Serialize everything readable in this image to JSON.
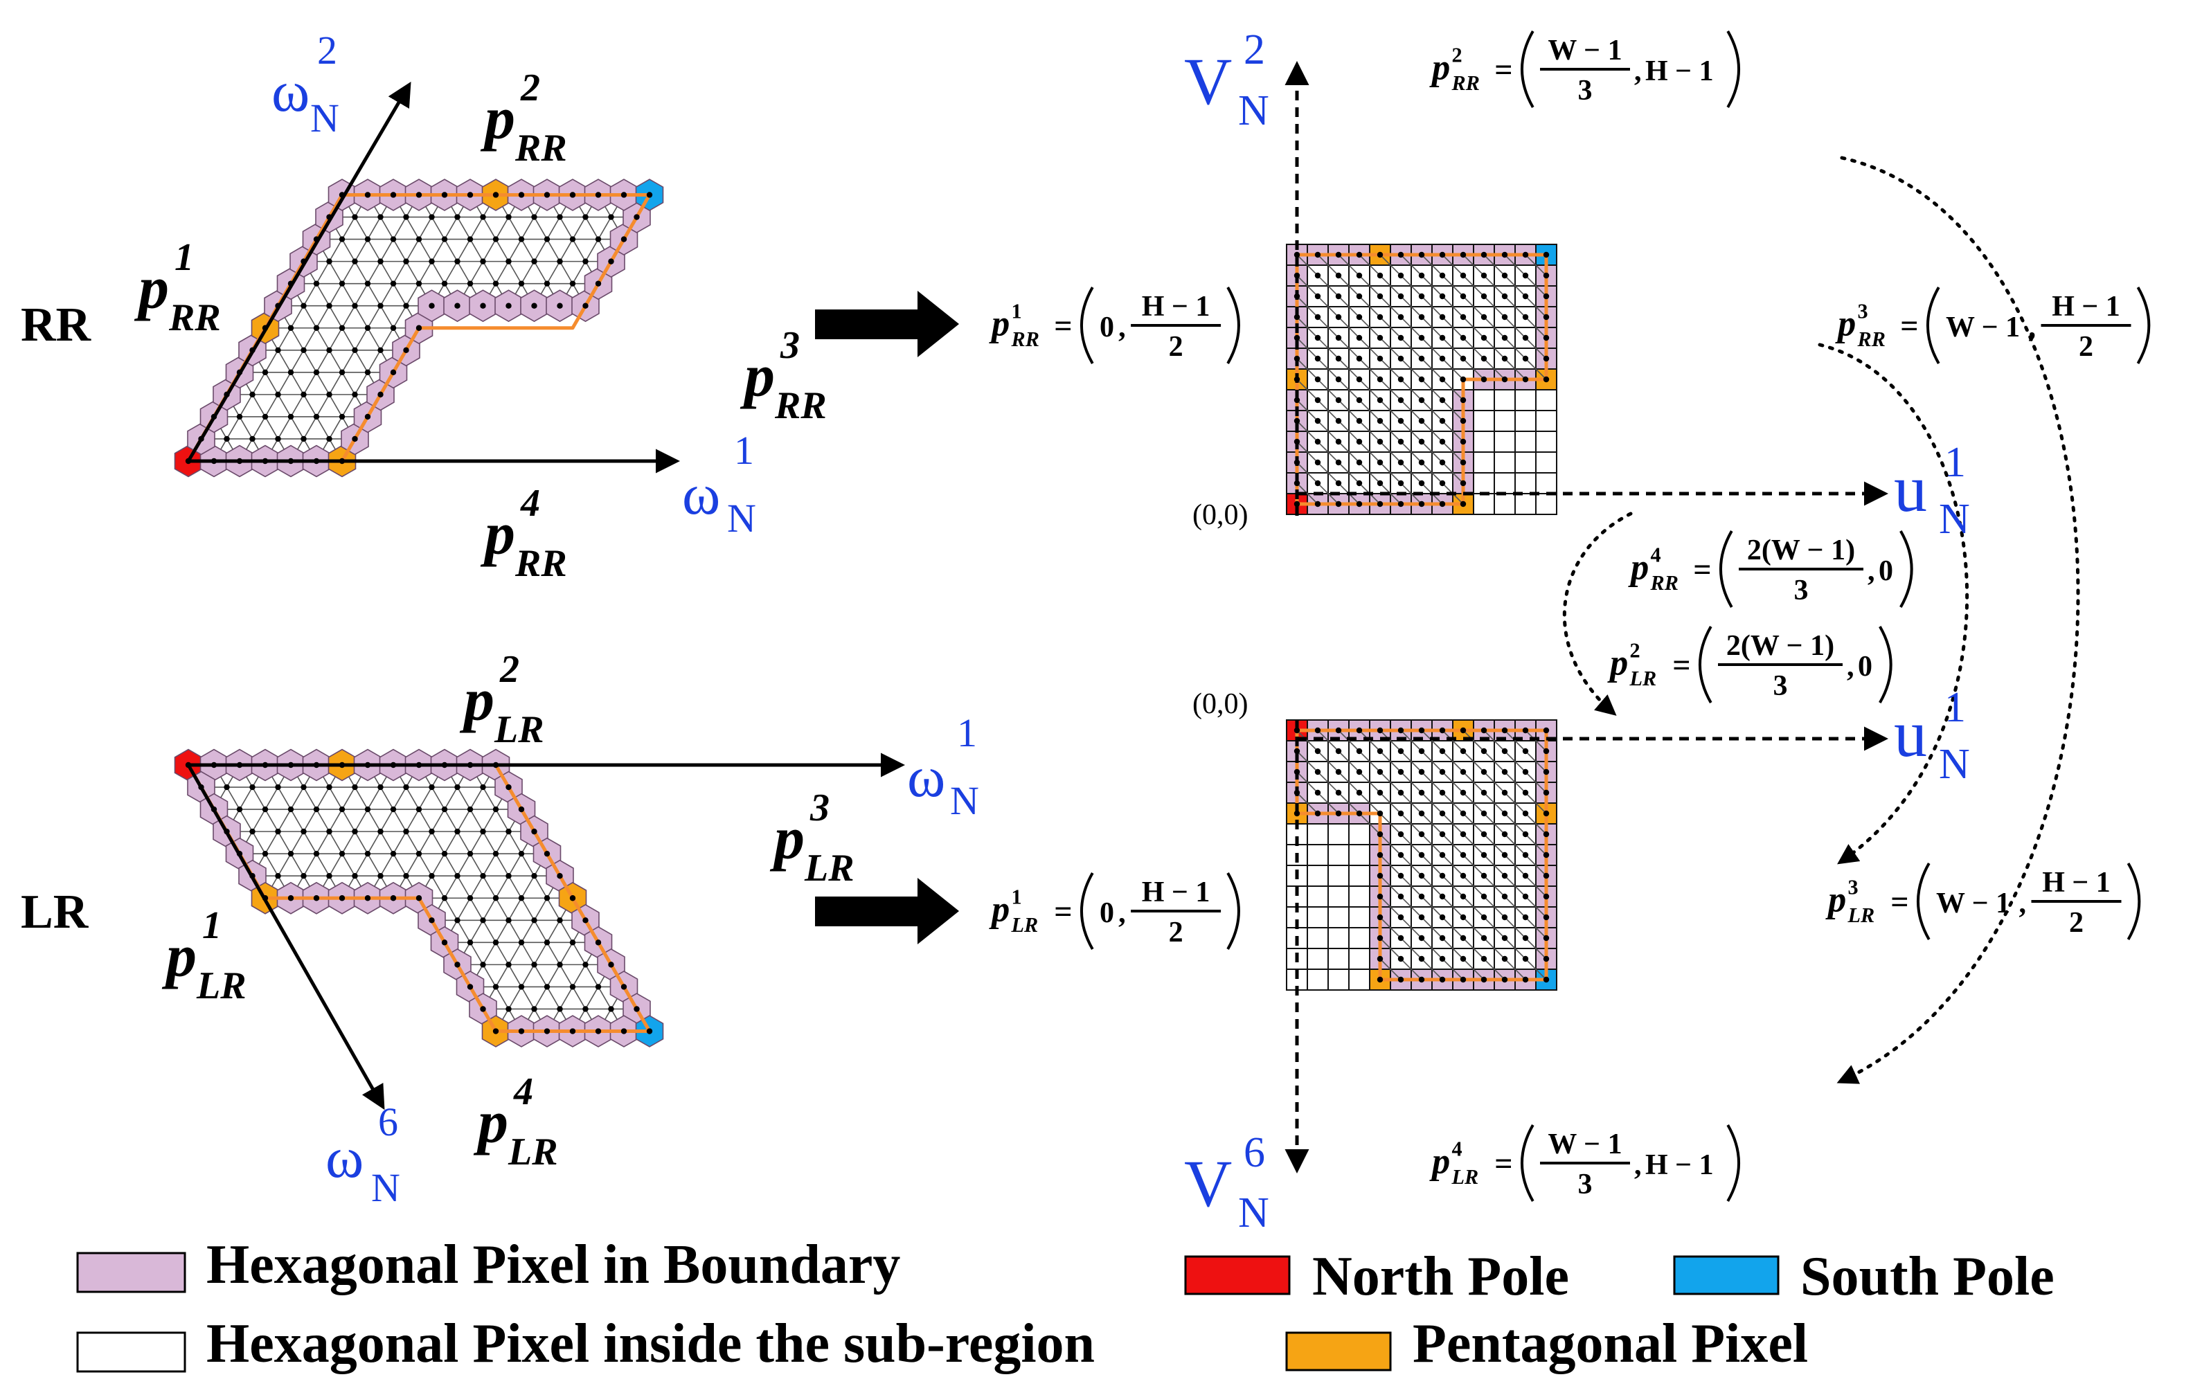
{
  "colors": {
    "boundary": "#d9b8d8",
    "inside": "#ffffff",
    "north_pole": "#ee1111",
    "south_pole": "#12a4ec",
    "pentagonal": "#f6a414",
    "path": "#f58c2e",
    "axis_label": "#1a3fe0"
  },
  "regions": {
    "rr": "RR",
    "lr": "LR"
  },
  "hex_points": {
    "rr": {
      "p1": {
        "base": "p",
        "sub": "RR",
        "sup": "1"
      },
      "p2": {
        "base": "p",
        "sub": "RR",
        "sup": "2"
      },
      "p3": {
        "base": "p",
        "sub": "RR",
        "sup": "3"
      },
      "p4": {
        "base": "p",
        "sub": "RR",
        "sup": "4"
      }
    },
    "lr": {
      "p1": {
        "base": "p",
        "sub": "LR",
        "sup": "1"
      },
      "p2": {
        "base": "p",
        "sub": "LR",
        "sup": "2"
      },
      "p3": {
        "base": "p",
        "sub": "LR",
        "sup": "3"
      },
      "p4": {
        "base": "p",
        "sub": "LR",
        "sup": "4"
      }
    }
  },
  "axes": {
    "omega_2": {
      "base": "ω",
      "sub": "N",
      "sup": "2"
    },
    "omega_1_rr": {
      "base": "ω",
      "sub": "N",
      "sup": "1"
    },
    "omega_1_lr": {
      "base": "ω",
      "sub": "N",
      "sup": "1"
    },
    "omega_6": {
      "base": "ω",
      "sub": "N",
      "sup": "6"
    },
    "v2": {
      "base": "V",
      "sub": "N",
      "sup": "2"
    },
    "u1_top": {
      "base": "u",
      "sub": "N",
      "sup": "1"
    },
    "u1_bottom": {
      "base": "u",
      "sub": "N",
      "sup": "1"
    },
    "v6": {
      "base": "V",
      "sub": "N",
      "sup": "6"
    }
  },
  "origins": {
    "top": "(0,0)",
    "bottom": "(0,0)"
  },
  "formulas": {
    "rr_p2": {
      "sub": "RR",
      "sup": "2",
      "a_num": "W − 1",
      "a_den": "3",
      "b": "H − 1"
    },
    "rr_p1": {
      "sub": "RR",
      "sup": "1",
      "a": "0",
      "b_num": "H − 1",
      "b_den": "2"
    },
    "rr_p3": {
      "sub": "RR",
      "sup": "3",
      "a": "W − 1",
      "b_num": "H − 1",
      "b_den": "2"
    },
    "rr_p4": {
      "sub": "RR",
      "sup": "4",
      "a_num": "2(W − 1)",
      "a_den": "3",
      "b": "0"
    },
    "lr_p2": {
      "sub": "LR",
      "sup": "2",
      "a_num": "2(W − 1)",
      "a_den": "3",
      "b": "0"
    },
    "lr_p1": {
      "sub": "LR",
      "sup": "1",
      "a": "0",
      "b_num": "H − 1",
      "b_den": "2"
    },
    "lr_p3": {
      "sub": "LR",
      "sup": "3",
      "a": "W − 1",
      "b_num": "H − 1",
      "b_den": "2"
    },
    "lr_p4": {
      "sub": "LR",
      "sup": "4",
      "a_num": "W − 1",
      "a_den": "3",
      "b": "H − 1"
    }
  },
  "legend": {
    "boundary": "Hexagonal Pixel in Boundary",
    "inside": "Hexagonal Pixel inside the sub-region",
    "north_pole": "North Pole",
    "south_pole": "South Pole",
    "pentagonal": "Pentagonal Pixel"
  }
}
